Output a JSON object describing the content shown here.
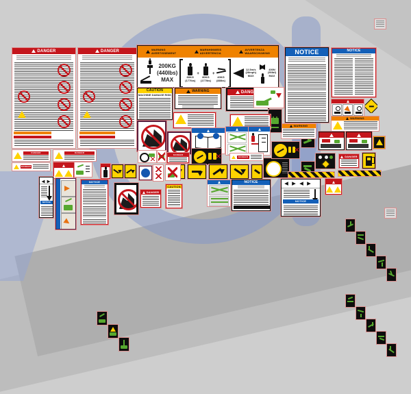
{
  "h": {
    "danger": "DANGER",
    "warning": "WARNING",
    "caution": "CAUTION",
    "notice": "NOTICE"
  },
  "caution_label": {
    "title": "MACHINE DAMAGE RISK"
  },
  "capacity": {
    "col1_line1": "WARNING",
    "col1_line2": "AVERTISSEMENT",
    "col2_line1": "WARNHINWEIS",
    "col2_line2": "ADVERTENCIA",
    "col3_line1": "AVVERTENZA",
    "col3_line2": "WAARSCHUWING",
    "platform_weight": "200KG",
    "platform_weight_alt": "(440lbs)",
    "max": "MAX",
    "person1": "80KG",
    "person1_alt": "(177lbs)",
    "person2": "80KG",
    "person2_alt": "(177lbs)",
    "tools": "40KG",
    "tools_alt": "(88lbs)",
    "wind": "12.5m/s",
    "wind_alt": "(28mph)",
    "wind_max": "MAX",
    "force": "400N",
    "force_alt": "(90lbf)",
    "force_max": "MAX"
  }
}
